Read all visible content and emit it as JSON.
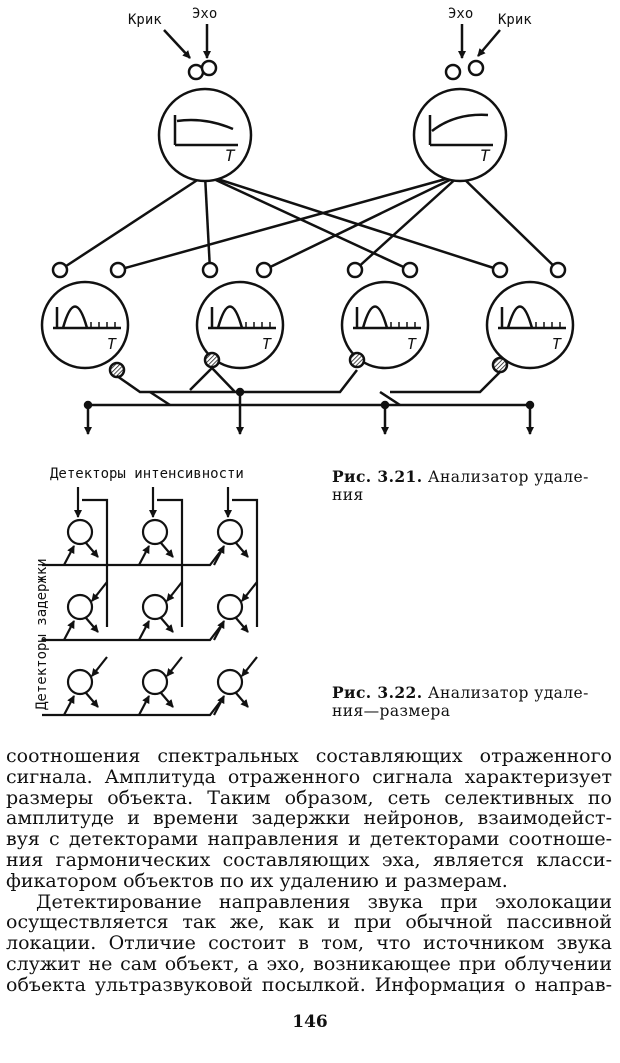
{
  "fig321": {
    "labels": {
      "cry_left": "Крик",
      "echo_left": "Эхо",
      "echo_right": "Эхо",
      "cry_right": "Крик"
    },
    "axis_label": "T",
    "caption_num": "Рис. 3.21.",
    "caption_text": "Анализатор удале-",
    "caption_text2": "ния"
  },
  "fig322": {
    "top_label": "Детекторы интенсивности",
    "side_label": "Детекторы задержки",
    "caption_num": "Рис. 3.22.",
    "caption_text": "Анализатор удале-",
    "caption_text2": "ния—размера"
  },
  "body": {
    "lines": [
      "соотношения спектральных составляющих отраженного",
      "сигнала. Амплитуда отраженного сигнала характеризует",
      "размеры объекта. Таким образом, сеть селективных по",
      "амплитуде и времени задержки нейронов, взаимодейст-",
      "вуя с детекторами направления и детекторами соотноше-",
      "ния гармонических составляющих эха, является класси-",
      "фикатором объектов по их удалению и размерам.",
      "Детектирование направления звука при эхолокации",
      "осуществляется так же, как и при обычной пассивной",
      "локации. Отличие состоит в том, что источником звука",
      "служит не сам объект, а эхо, возникающее при облучении",
      "объекта ультразвуковой посылкой. Информация о направ-"
    ]
  },
  "page_number": "146"
}
